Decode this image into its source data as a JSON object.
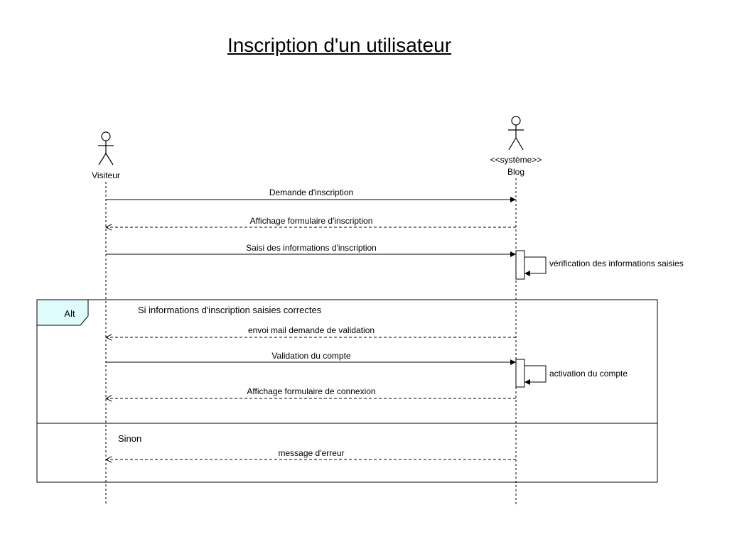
{
  "title": "Inscription d'un utilisateur",
  "actors": {
    "visiteur": {
      "label": "Visiteur"
    },
    "blog": {
      "stereotype": "<<système>>",
      "label": "Blog"
    }
  },
  "messages": [
    {
      "from": "visiteur",
      "to": "blog",
      "style": "sync",
      "label": "Demande d'inscription"
    },
    {
      "from": "blog",
      "to": "visiteur",
      "style": "return",
      "label": "Affichage formulaire d'inscription"
    },
    {
      "from": "visiteur",
      "to": "blog",
      "style": "sync",
      "label": "Saisi des informations d'inscription"
    },
    {
      "from": "blog",
      "to": "blog",
      "style": "self",
      "label": "vérification des informations saisies"
    },
    {
      "from": "blog",
      "to": "visiteur",
      "style": "return",
      "label": "envoi mail demande de validation"
    },
    {
      "from": "visiteur",
      "to": "blog",
      "style": "sync",
      "label": "Validation du compte"
    },
    {
      "from": "blog",
      "to": "blog",
      "style": "self",
      "label": "activation du compte"
    },
    {
      "from": "blog",
      "to": "visiteur",
      "style": "return",
      "label": "Affichage formulaire de connexion"
    },
    {
      "from": "blog",
      "to": "visiteur",
      "style": "return",
      "label": "message d'erreur"
    }
  ],
  "fragment": {
    "operator": "Alt",
    "guard_1": "Si informations d'inscription saisies correctes",
    "guard_2": "Sinon"
  },
  "colors": {
    "fragment_tag_fill": "#dffcfc",
    "line": "#000000"
  }
}
